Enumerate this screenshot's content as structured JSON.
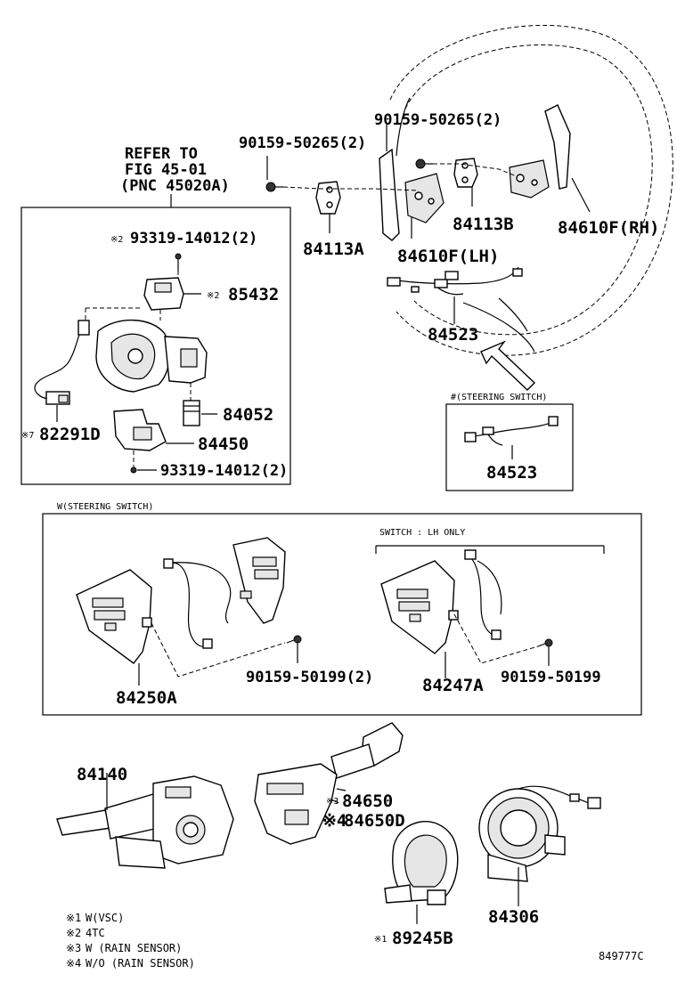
{
  "refer": {
    "line1": "REFER TO",
    "line2": "FIG 45-01",
    "line3": "(PNC 45020A)"
  },
  "labels": {
    "bolt_top_left": "90159-50265(2)",
    "bolt_top_right": "90159-50265(2)",
    "bracket_a": "84113A",
    "bracket_b": "84113B",
    "paddle_lh": "84610F(LH)",
    "paddle_rh": "84610F(RH)",
    "harness_main": "84523",
    "screw_top": "93319-14012(2)",
    "screw_top_mark": "※2",
    "sensor_85432": "85432",
    "sensor_85432_mark": "※2",
    "part_84052": "84052",
    "part_82291d": "82291D",
    "part_82291d_mark": "※7",
    "part_84450": "84450",
    "screw_bottom": "93319-14012(2)",
    "inset_title": "#(STEERING SWITCH)",
    "inset_part": "84523",
    "w_title": "W(STEERING SWITCH)",
    "lh_only": "SWITCH : LH ONLY",
    "switch_84250a": "84250A",
    "bolt_50199_2": "90159-50199(2)",
    "switch_84247a": "84247A",
    "bolt_50199": "90159-50199",
    "combo_84140": "84140",
    "wiper_84650": "84650",
    "wiper_84650_mark": "※3",
    "wiper_84650d": "84650D",
    "wiper_84650d_mark": "※4",
    "spiral_89245b": "89245B",
    "spiral_89245b_mark": "※1",
    "clock_84306": "84306",
    "catalog_code": "849777C"
  },
  "legend": [
    {
      "mark": "※1",
      "text": "W(VSC)"
    },
    {
      "mark": "※2",
      "text": "4TC"
    },
    {
      "mark": "※3",
      "text": "W (RAIN SENSOR)"
    },
    {
      "mark": "※4",
      "text": "W/O (RAIN SENSOR)"
    }
  ]
}
